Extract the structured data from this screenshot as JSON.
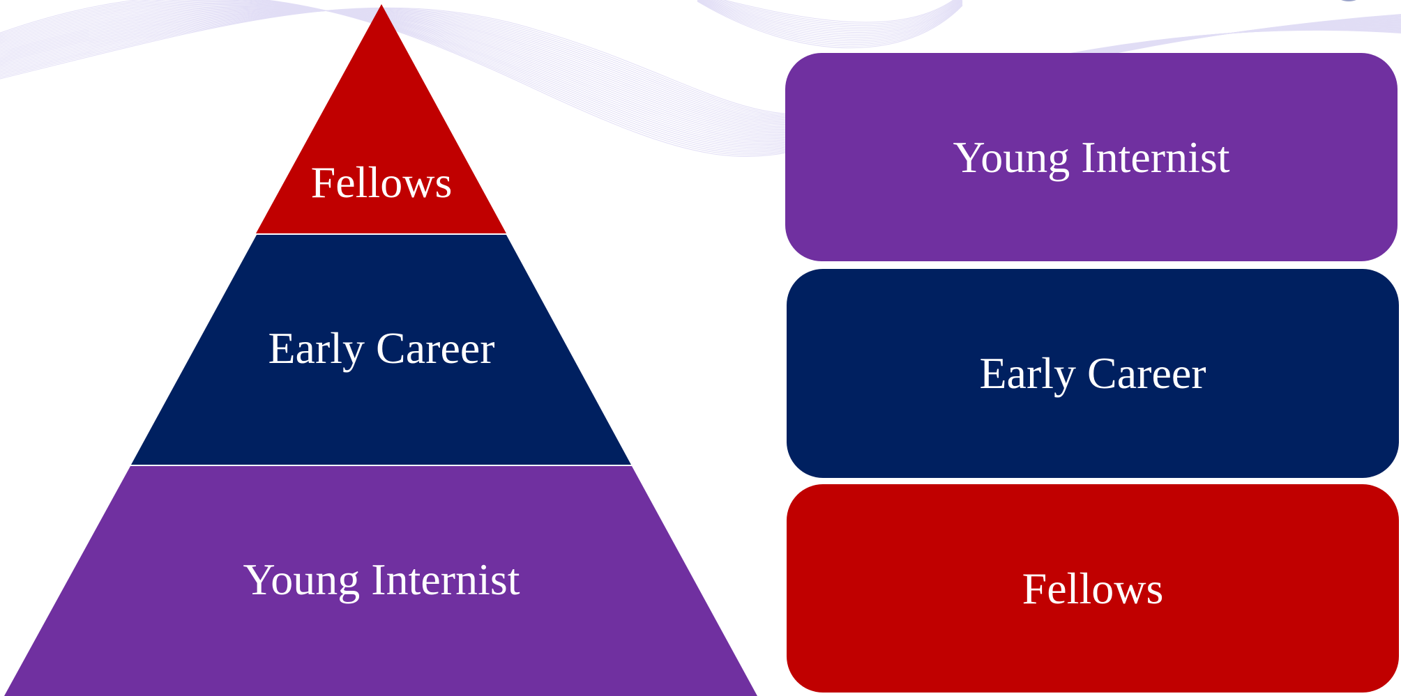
{
  "pyramid": {
    "tiers": [
      {
        "label": "Fellows",
        "color": "#c00000"
      },
      {
        "label": "Early Career",
        "color": "#002060"
      },
      {
        "label": "Young Internist",
        "color": "#7030a0"
      }
    ]
  },
  "boxes": [
    {
      "label": "Young Internist",
      "color": "#7030a0"
    },
    {
      "label": "Early Career",
      "color": "#002060"
    },
    {
      "label": "Fellows",
      "color": "#c00000"
    }
  ],
  "background": {
    "wave_color": "#c9c3ee"
  }
}
